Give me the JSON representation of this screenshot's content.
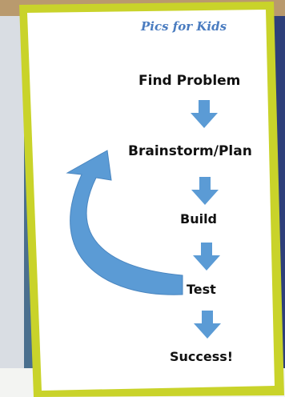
{
  "header": {
    "brand": "Pics for Kids"
  },
  "diagram": {
    "steps": [
      {
        "label": "Find Problem"
      },
      {
        "label": "Brainstorm/Plan"
      },
      {
        "label": "Build"
      },
      {
        "label": "Test"
      },
      {
        "label": "Success!"
      }
    ],
    "arrow_color": "#5b9bd5",
    "frame_color": "#c9d32a"
  }
}
